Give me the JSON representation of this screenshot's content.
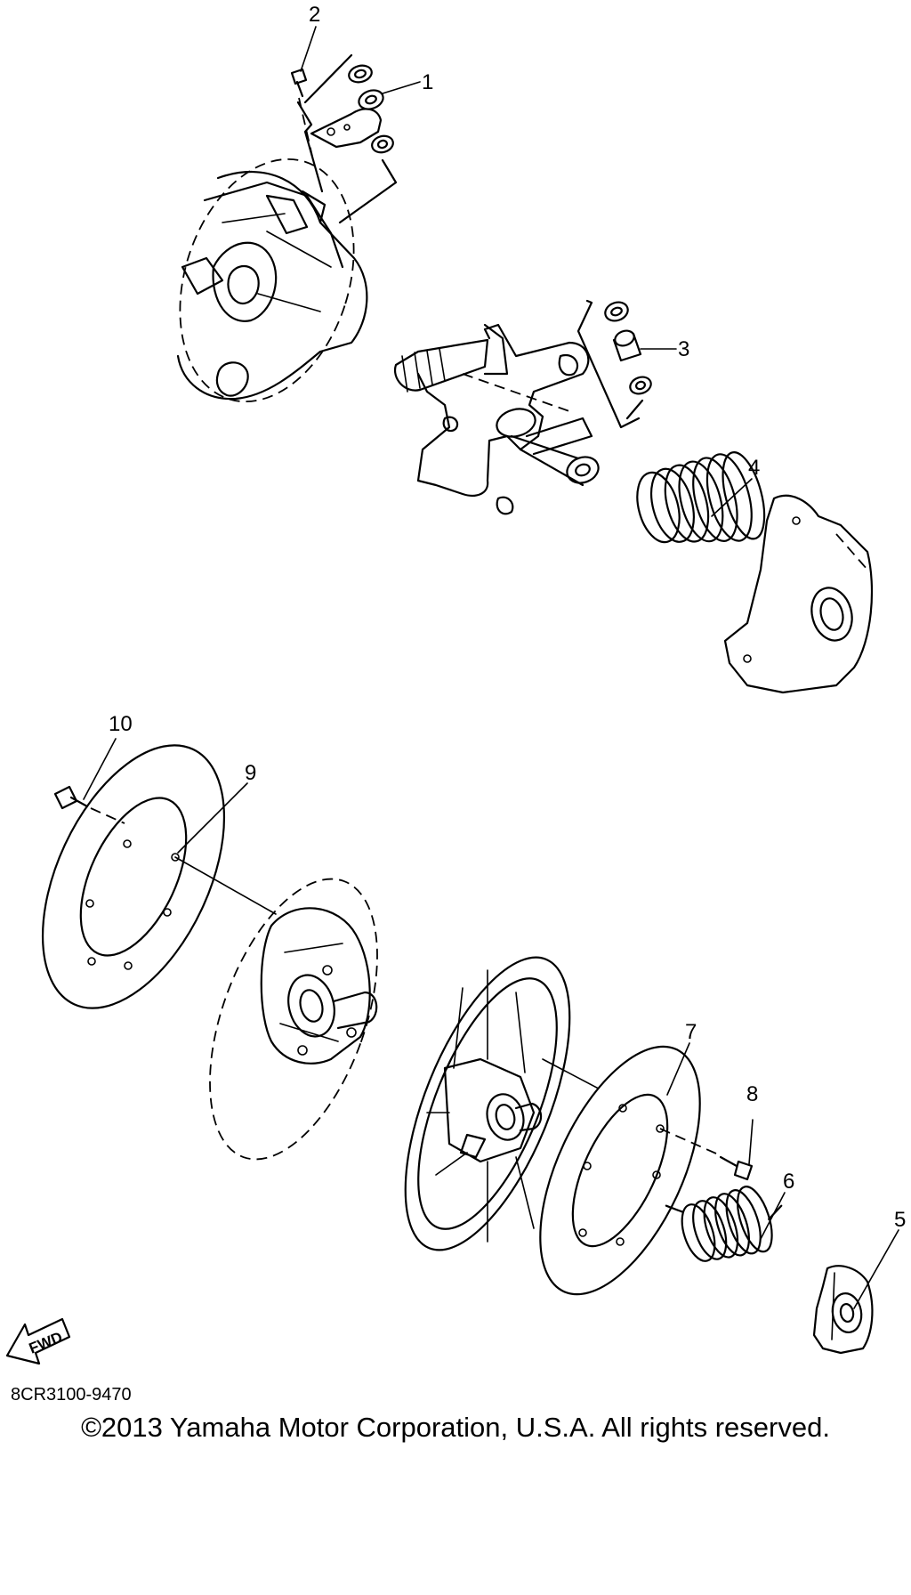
{
  "callouts": [
    {
      "id": "1",
      "label": "1"
    },
    {
      "id": "2",
      "label": "2"
    },
    {
      "id": "3",
      "label": "3"
    },
    {
      "id": "4",
      "label": "4"
    },
    {
      "id": "5",
      "label": "5"
    },
    {
      "id": "6",
      "label": "6"
    },
    {
      "id": "7",
      "label": "7"
    },
    {
      "id": "8",
      "label": "8"
    },
    {
      "id": "9",
      "label": "9"
    },
    {
      "id": "10",
      "label": "10"
    }
  ],
  "direction_arrow": {
    "label": "FWD"
  },
  "figure_code": "8CR3100-9470",
  "copyright": "©2013 Yamaha Motor Corporation, U.S.A. All rights reserved."
}
